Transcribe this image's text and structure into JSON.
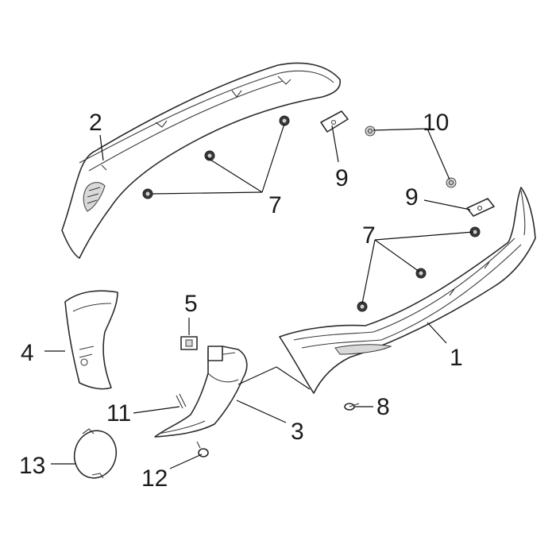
{
  "callouts": [
    {
      "id": "c1",
      "label": "1"
    },
    {
      "id": "c2",
      "label": "2"
    },
    {
      "id": "c3",
      "label": "3"
    },
    {
      "id": "c4",
      "label": "4"
    },
    {
      "id": "c5",
      "label": "5"
    },
    {
      "id": "c7a",
      "label": "7"
    },
    {
      "id": "c7b",
      "label": "7"
    },
    {
      "id": "c8",
      "label": "8"
    },
    {
      "id": "c9a",
      "label": "9"
    },
    {
      "id": "c9b",
      "label": "9"
    },
    {
      "id": "c10",
      "label": "10"
    },
    {
      "id": "c11",
      "label": "11"
    },
    {
      "id": "c12",
      "label": "12"
    },
    {
      "id": "c13",
      "label": "13"
    }
  ]
}
